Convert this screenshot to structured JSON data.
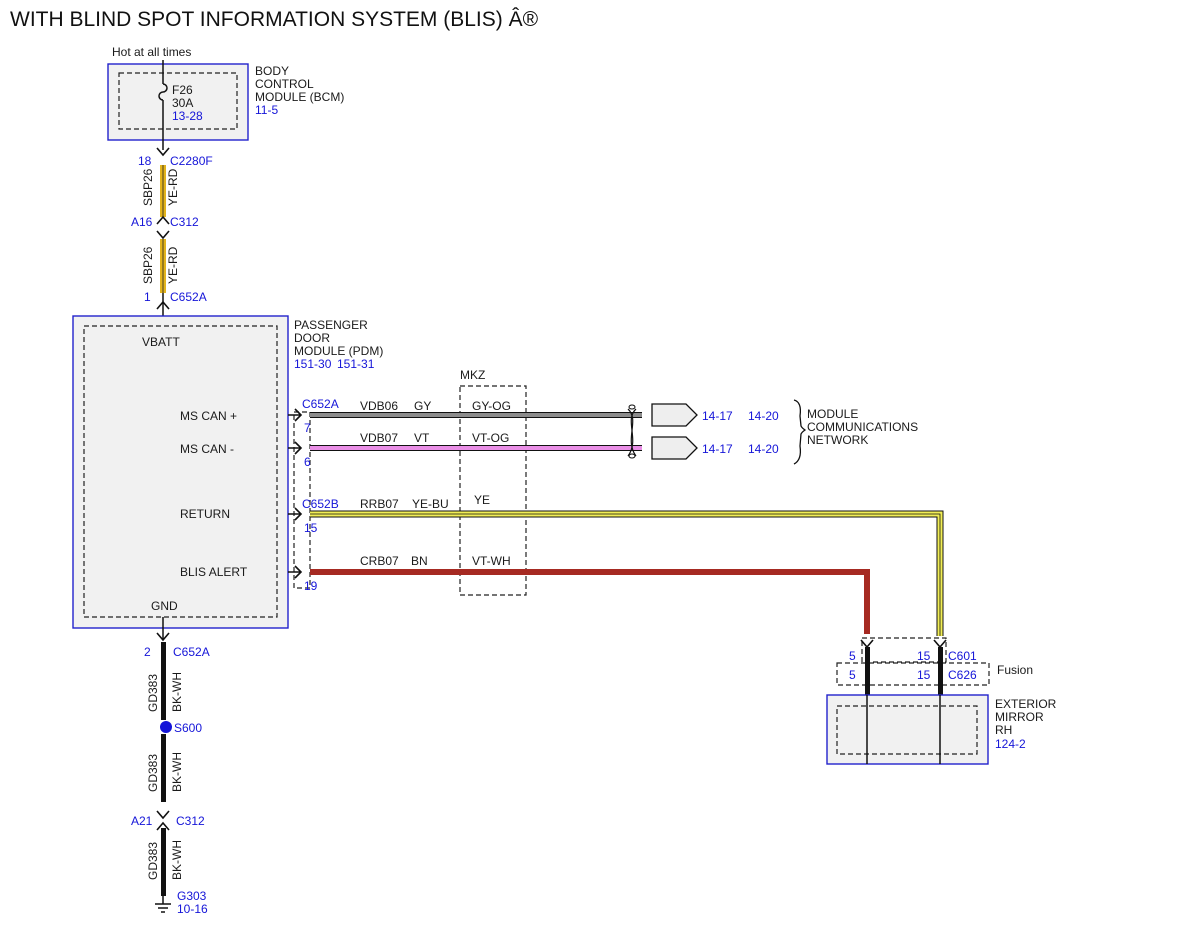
{
  "title": "WITH BLIND SPOT INFORMATION SYSTEM (BLIS) Â®",
  "colors": {
    "ye_rd": "#e2b31c",
    "gray": "#8c8c8c",
    "violet": "#e98ee6",
    "yellow": "#f2ee55",
    "brown": "#a62a22",
    "black": "#111111",
    "ref_blue": "#1515d8",
    "module_border": "#2222cc"
  },
  "bcm": {
    "hot_label": "Hot at all times",
    "name_lines": [
      "BODY",
      "CONTROL",
      "MODULE (BCM)"
    ],
    "ref": "11-5",
    "fuse_id": "F26",
    "fuse_rating": "30A",
    "fuse_ref": "13-28"
  },
  "feed": {
    "conn1_pin": "18",
    "conn1_id": "C2280F",
    "seg1_circuit": "SBP26",
    "seg1_color": "YE-RD",
    "conn2_pin": "A16",
    "conn2_id": "C312",
    "seg2_circuit": "SBP26",
    "seg2_color": "YE-RD",
    "conn3_pin": "1",
    "conn3_id": "C652A"
  },
  "pdm": {
    "name_lines": [
      "PASSENGER",
      "DOOR",
      "MODULE (PDM)"
    ],
    "refs": [
      "151-30",
      "151-31"
    ],
    "vbatt": "VBATT",
    "gnd": "GND",
    "pins": [
      "MS CAN +",
      "MS CAN -",
      "RETURN",
      "BLIS ALERT"
    ]
  },
  "mkz_label": "MKZ",
  "wires": [
    {
      "conn": "C652A",
      "pin": "7",
      "circuit": "VDB06",
      "color": "GY",
      "mkz_color": "GY-OG"
    },
    {
      "conn": "",
      "pin": "6",
      "circuit": "VDB07",
      "color": "VT",
      "mkz_color": "VT-OG"
    },
    {
      "conn": "C652B",
      "pin": "15",
      "circuit": "RRB07",
      "color": "YE-BU",
      "mkz_color": "YE"
    },
    {
      "conn": "",
      "pin": "19",
      "circuit": "CRB07",
      "color": "BN",
      "mkz_color": "VT-WH"
    }
  ],
  "network": {
    "refs_top": [
      "14-17",
      "14-20"
    ],
    "refs_bottom": [
      "14-17",
      "14-20"
    ],
    "label_lines": [
      "MODULE",
      "COMMUNICATIONS",
      "NETWORK"
    ]
  },
  "mirror": {
    "c601_pin_left": "5",
    "c601_pin_right": "15",
    "c601_id": "C601",
    "c626_pin_left": "5",
    "c626_pin_right": "15",
    "c626_id": "C626",
    "variant_label": "Fusion",
    "name_lines": [
      "EXTERIOR",
      "MIRROR",
      "RH"
    ],
    "ref": "124-2"
  },
  "ground": {
    "conn1_pin": "2",
    "conn1_id": "C652A",
    "seg1_circuit": "GD383",
    "seg1_color": "BK-WH",
    "splice": "S600",
    "seg2_circuit": "GD383",
    "seg2_color": "BK-WH",
    "conn2_pin": "A21",
    "conn2_id": "C312",
    "seg3_circuit": "GD383",
    "seg3_color": "BK-WH",
    "ground_id": "G303",
    "ground_ref": "10-16"
  }
}
